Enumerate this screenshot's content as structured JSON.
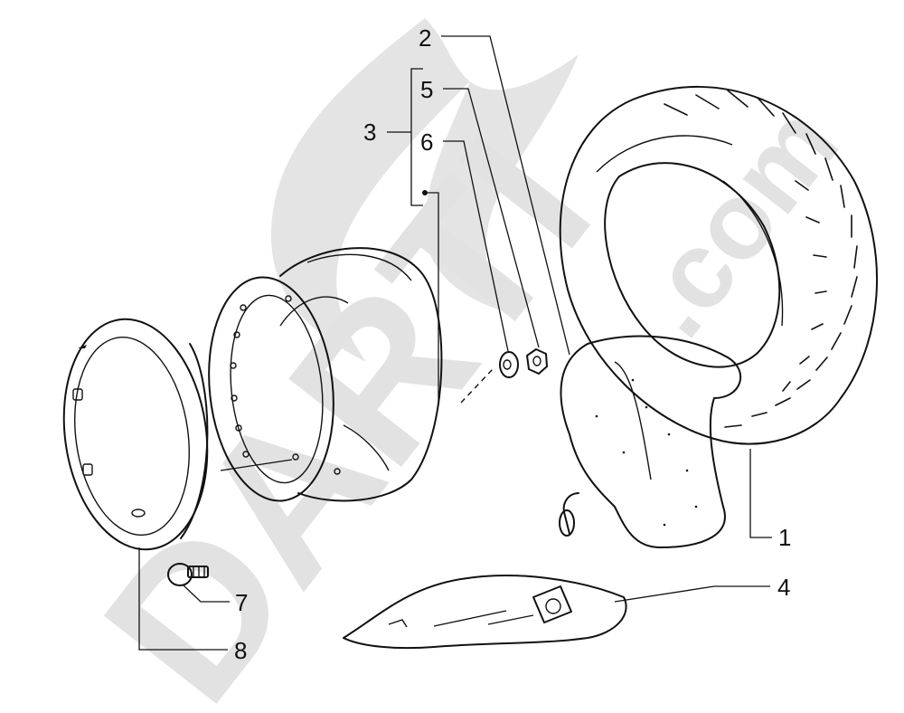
{
  "watermark": {
    "brand": "DARTI",
    "suffix": ".com",
    "colors": {
      "mark": "#e4e4e4"
    }
  },
  "callouts": {
    "label_1": "1",
    "label_2": "2",
    "label_3": "3",
    "label_4": "4",
    "label_5": "5",
    "label_6": "6",
    "label_7": "7",
    "label_8": "8"
  },
  "colors": {
    "ink": "#111111",
    "paper": "#ffffff"
  }
}
